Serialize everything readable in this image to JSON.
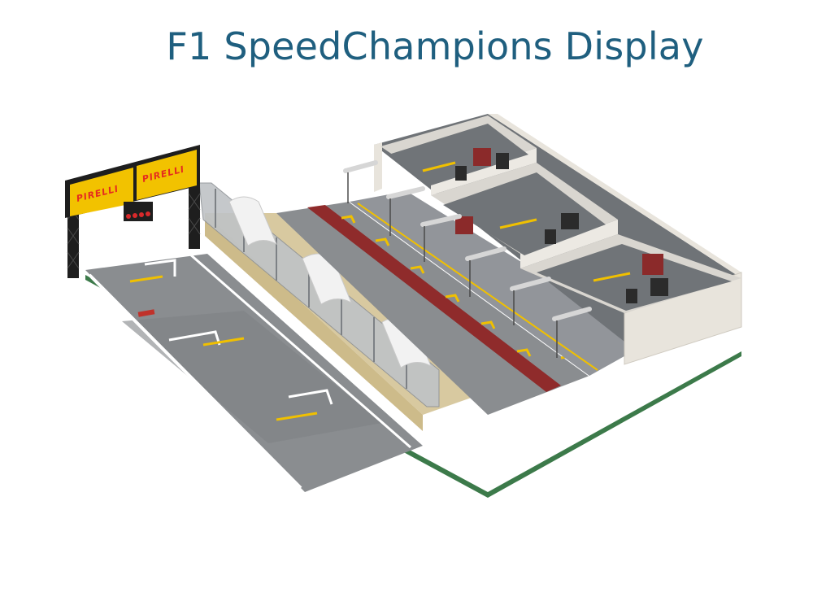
{
  "slide": {
    "title": "F1 SpeedChampions Display"
  },
  "scene": {
    "gantry_banners": [
      "PIRELLI",
      "PIRELLI"
    ],
    "garage_count": 3,
    "colors": {
      "title": "#1f5f7f",
      "banner": "#f2c200",
      "banner_text": "#e52b1f",
      "track": "#7f8285",
      "pit_lane_stripe": "#8f2b2b",
      "pit_wall": "#d8c9a0",
      "garage_wall": "#e8e4dc",
      "lane_marking": "#f0c000"
    }
  }
}
